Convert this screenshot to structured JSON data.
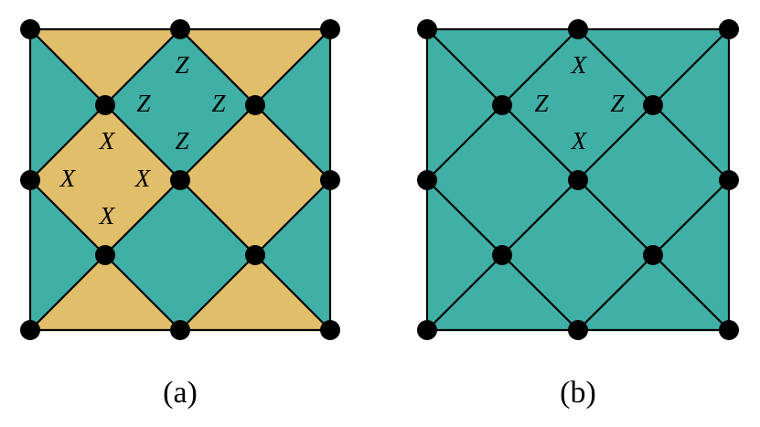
{
  "colors": {
    "teal": "#40B0A6",
    "gold": "#E1BE6A",
    "edge": "#000000",
    "vertex": "#000000",
    "background": "#FFFFFF"
  },
  "panels": [
    {
      "caption": "(a)",
      "operators": [
        "Z",
        "Z",
        "Z",
        "Z",
        "X",
        "X",
        "X",
        "X"
      ]
    },
    {
      "caption": "(b)",
      "operators": [
        "X",
        "Z",
        "Z",
        "X"
      ]
    }
  ]
}
